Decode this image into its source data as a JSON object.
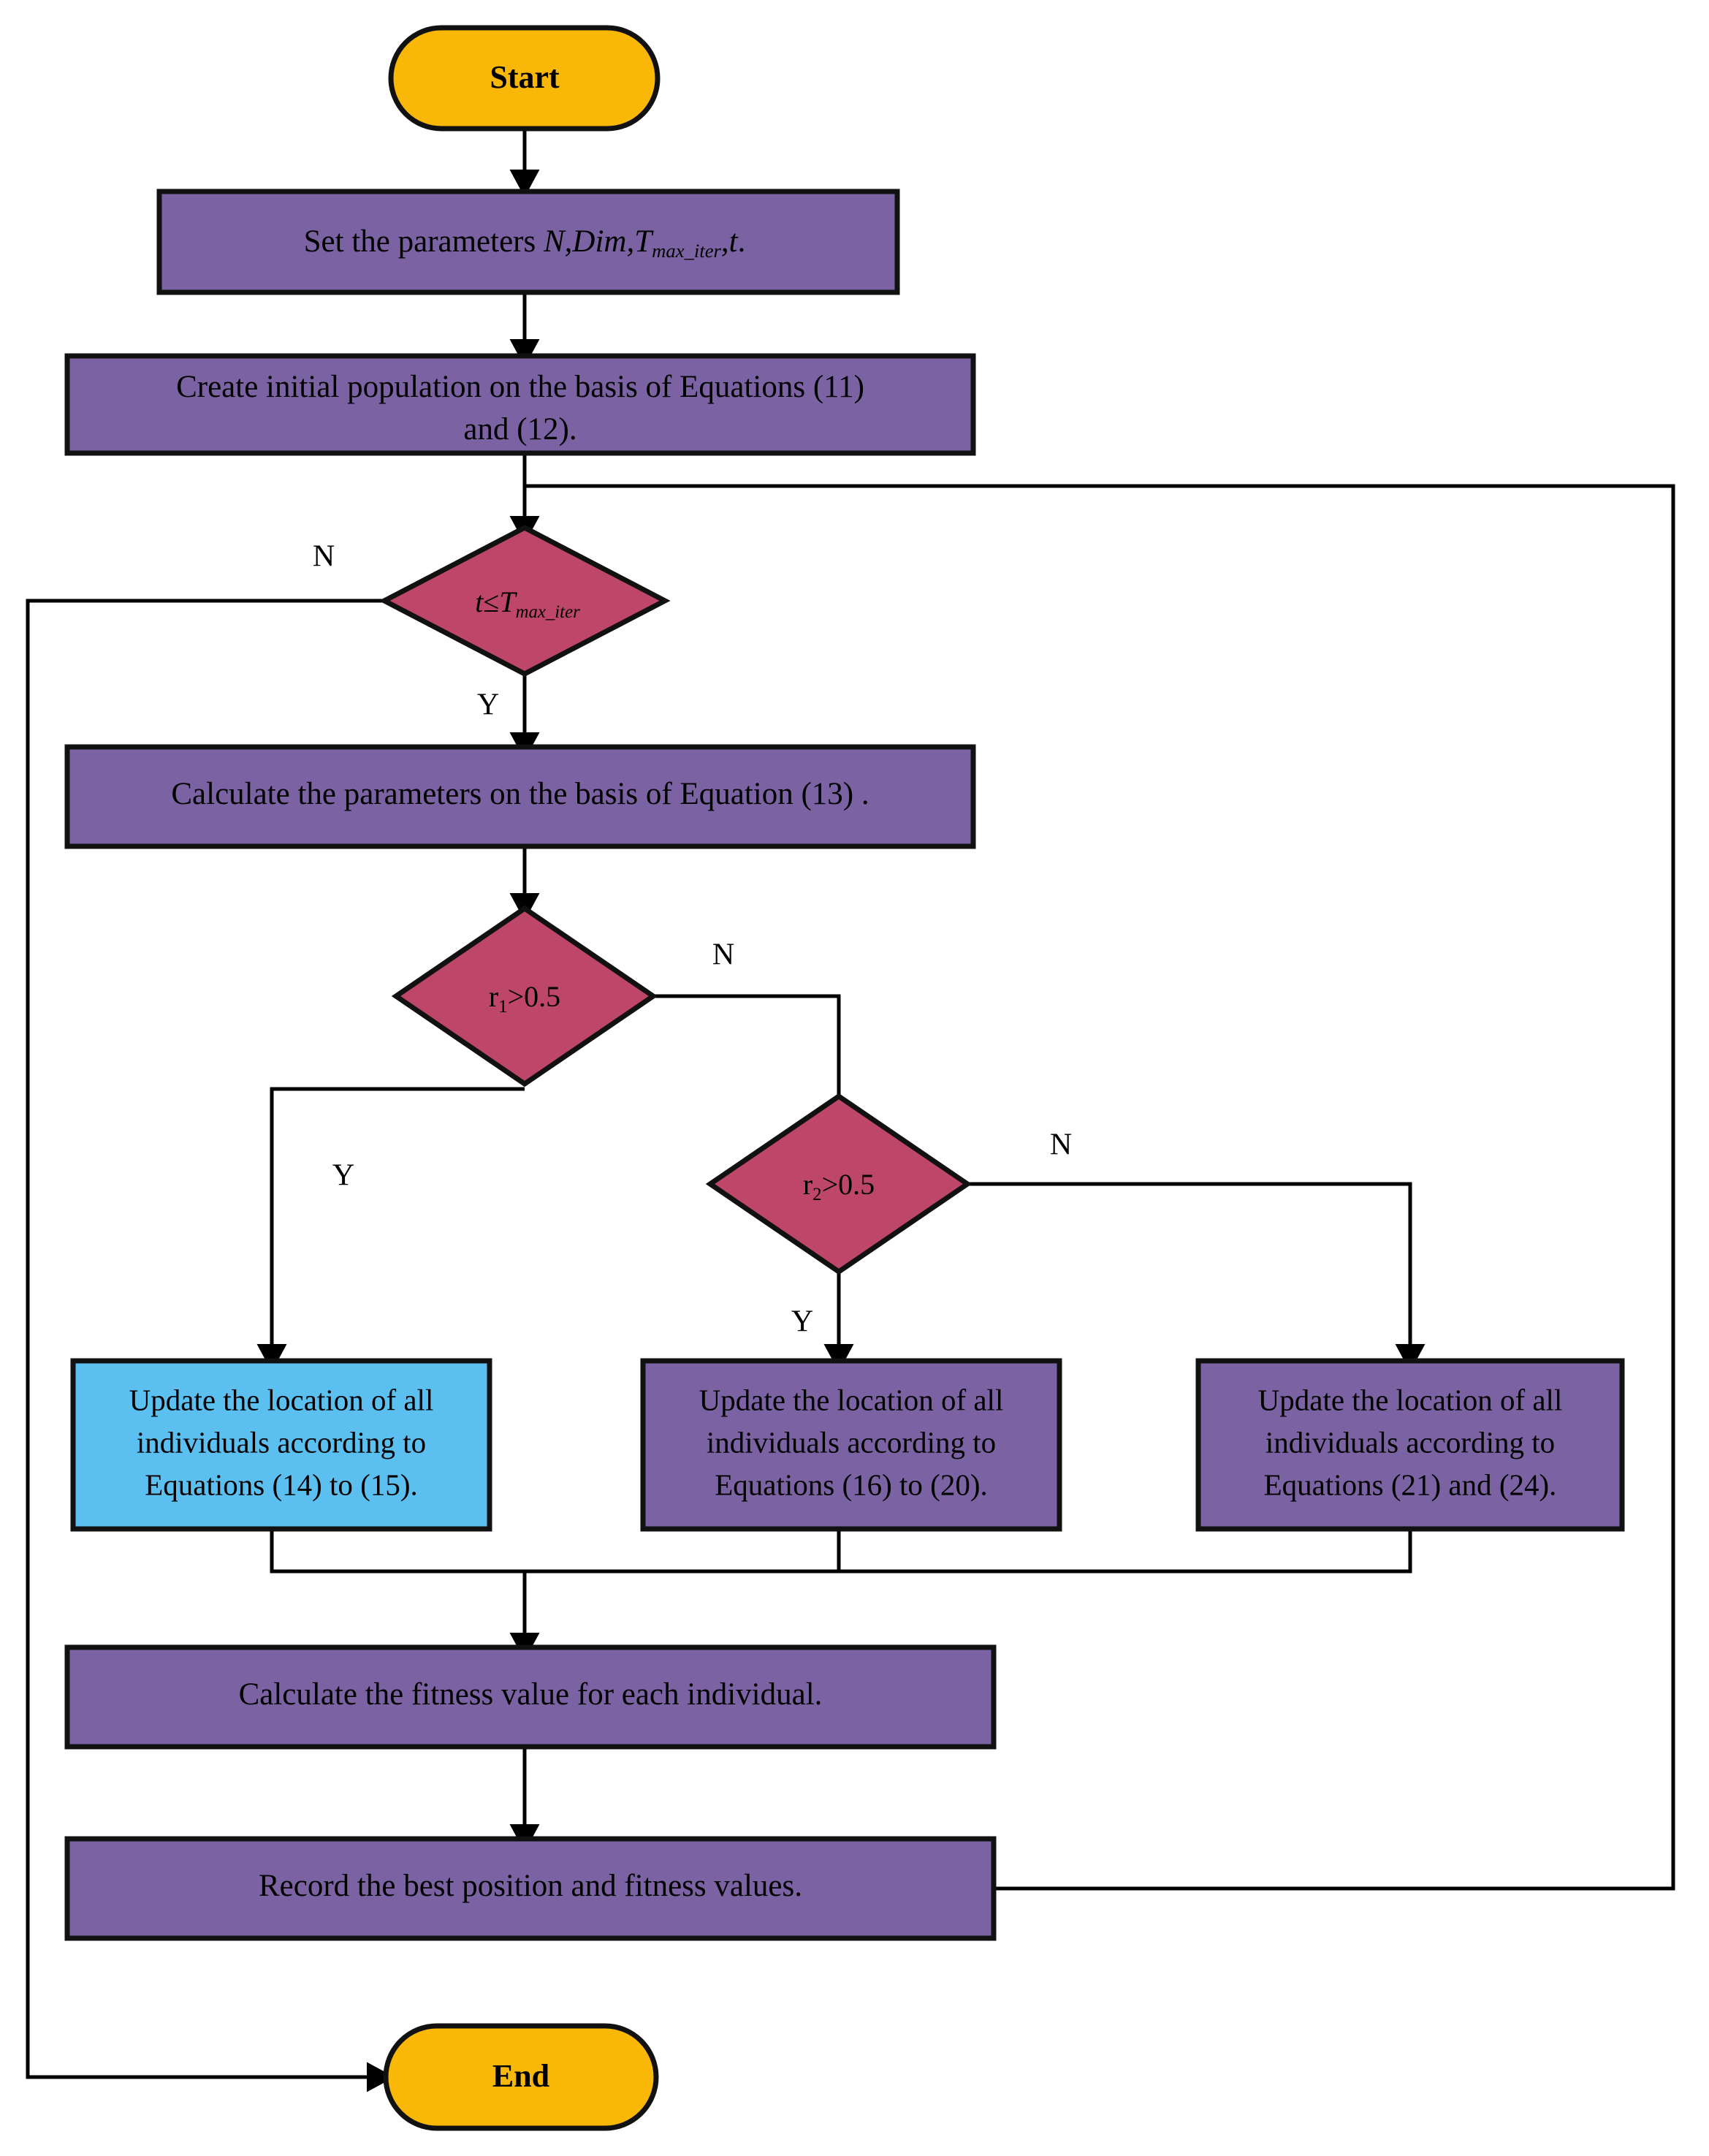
{
  "diagram": {
    "title": "Algorithm flowchart",
    "colors": {
      "terminal_fill": "#F9B707",
      "process_fill": "#7B63A3",
      "decision_fill": "#BE4668",
      "highlight_fill": "#5BC0F0",
      "stroke": "#111111",
      "background": "#FFFFFF",
      "text": "#000000"
    },
    "nodes": {
      "start": {
        "label": "Start",
        "shape": "terminal"
      },
      "set_parameters": {
        "text_prefix": "Set the parameters ",
        "var_n": "N",
        "sep1": ",",
        "var_dim": "Dim",
        "sep2": ",",
        "var_t": "T",
        "var_t_sub": "max_iter",
        "sep3": ",",
        "var_t_small": "t",
        "suffix": ".",
        "shape": "process"
      },
      "create_population": {
        "line1": "Create initial population on the basis of Equations (11)",
        "line2": "and (12).",
        "shape": "process"
      },
      "check_iteration": {
        "var_t": "t",
        "op": "≤",
        "var_tmax": "T",
        "var_tmax_sub": "max_iter",
        "shape": "decision"
      },
      "calc_parameters": {
        "label": "Calculate the parameters on the basis of Equation (13) .",
        "shape": "process"
      },
      "check_r1": {
        "var": "r",
        "var_sub": "1",
        "op": ">0.5",
        "shape": "decision"
      },
      "check_r2": {
        "var": "r",
        "var_sub": "2",
        "op": ">0.5",
        "shape": "decision"
      },
      "update_eq_14_15": {
        "line1": "Update the location of all",
        "line2": "individuals according to",
        "line3": "Equations (14) to (15).",
        "shape": "process",
        "highlighted": true
      },
      "update_eq_16_20": {
        "line1": "Update the location of all",
        "line2": "individuals according to",
        "line3": "Equations (16) to (20).",
        "shape": "process",
        "highlighted": false
      },
      "update_eq_21_24": {
        "line1": "Update the location of all",
        "line2": "individuals according to",
        "line3": "Equations (21) and (24).",
        "shape": "process",
        "highlighted": false
      },
      "calc_fitness": {
        "label": "Calculate the fitness value for each individual.",
        "shape": "process"
      },
      "record_best": {
        "label": "Record the best position and fitness values.",
        "shape": "process"
      },
      "end": {
        "label": "End",
        "shape": "terminal"
      }
    },
    "branch_labels": {
      "iteration_no": "N",
      "iteration_yes": "Y",
      "r1_no": "N",
      "r1_yes": "Y",
      "r2_no": "N",
      "r2_yes": "Y"
    }
  }
}
